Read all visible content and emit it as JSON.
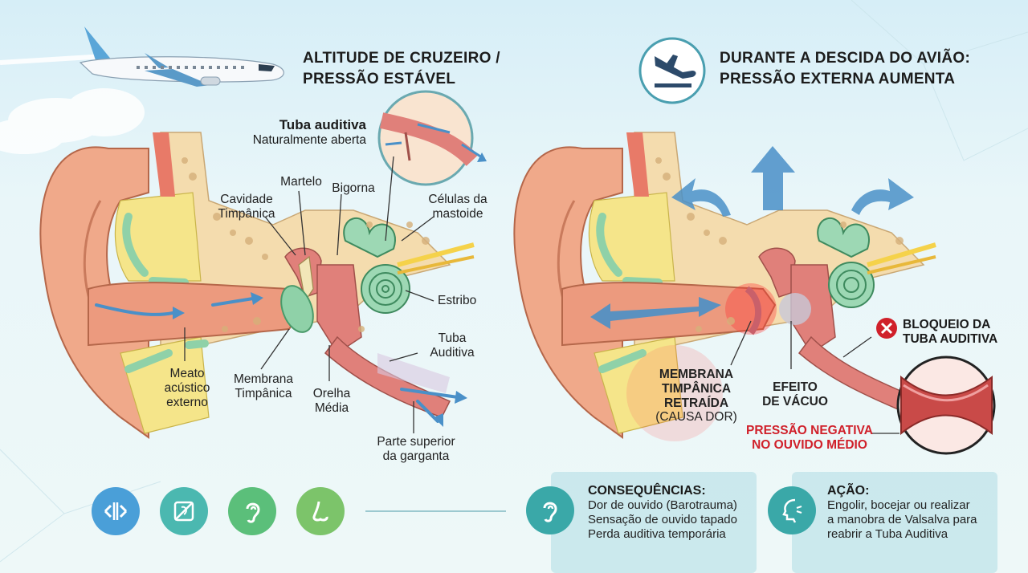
{
  "left_panel": {
    "title_line1": "ALTITUDE DE CRUZEIRO /",
    "title_line2": "PRESSÃO ESTÁVEL",
    "labels": {
      "tuba_top_title": "Tuba auditiva",
      "tuba_top_sub": "Naturalmente aberta",
      "martelo": "Martelo",
      "bigorna": "Bigorna",
      "cavidade_1": "Cavidade",
      "cavidade_2": "Timpânica",
      "celulas_1": "Células da",
      "celulas_2": "mastoide",
      "estribo": "Estribo",
      "tuba_1": "Tuba",
      "tuba_2": "Auditiva",
      "meato_1": "Meato",
      "meato_2": "acústico",
      "meato_3": "externo",
      "membrana_1": "Membrana",
      "membrana_2": "Timpânica",
      "orelha_1": "Orelha",
      "orelha_2": "Média",
      "garganta_1": "Parte superior",
      "garganta_2": "da garganta"
    }
  },
  "right_panel": {
    "title_line1": "DURANTE A DESCIDA DO AVIÃO:",
    "title_line2": "PRESSÃO EXTERNA AUMENTA",
    "labels": {
      "bloqueio_1": "BLOQUEIO DA",
      "bloqueio_2": "TUBA AUDITIVA",
      "membrana_1": "MEMBRANA",
      "membrana_2": "TIMPÂNICA",
      "membrana_3": "RETRAÍDA",
      "membrana_4": "(CAUSA DOR)",
      "vacuo_1": "EFEITO",
      "vacuo_2": "DE VÁCUO",
      "pressao_1": "PRESSÃO NEGATIVA",
      "pressao_2": "NO OUVIDO MÉDIO"
    }
  },
  "consequencias": {
    "title": "CONSEQUÊNCIAS:",
    "line1": "Dor de ouvido (Barotrauma)",
    "line2": "Sensação de ouvido tapado",
    "line3": "Perda auditiva temporária"
  },
  "acao": {
    "title": "AÇÃO:",
    "line1": "Engolir, bocejar ou realizar",
    "line2": "a manobra de Valsalva para",
    "line3": "reabrir a Tuba Auditiva"
  },
  "bottom_icons": [
    "pressure-icon",
    "ear-crossed-icon",
    "ear-icon",
    "nose-icon"
  ],
  "colors": {
    "skin": "#f0a98a",
    "bone": "#f4dcae",
    "cartilage": "#f5e58a",
    "membrane": "#8fd1a8",
    "cochlea": "#9dd8b4",
    "arrow": "#4a90c8",
    "alert": "#d0202a",
    "icon_blue": "#4a9fd8",
    "icon_teal": "#4bb8b0",
    "icon_green": "#5bbf7a",
    "icon_lime": "#7cc46a"
  }
}
